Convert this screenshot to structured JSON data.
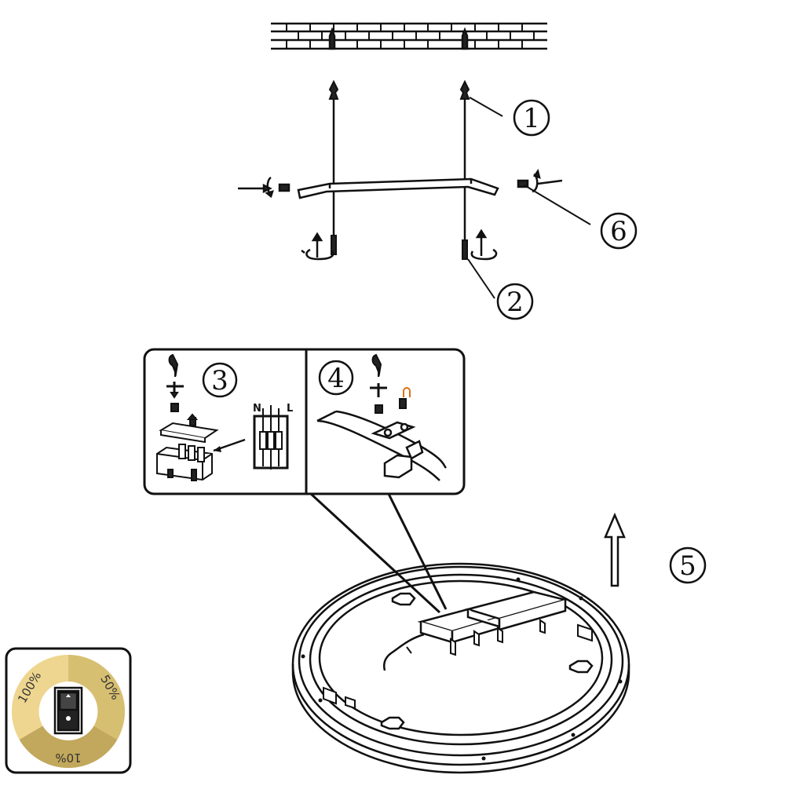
{
  "steps": {
    "step1": "1",
    "step2": "2",
    "step3": "3",
    "step4": "4",
    "step5": "5",
    "step6": "6"
  },
  "wiring": {
    "n": "N",
    "l": "L"
  },
  "dimmer": {
    "pct100": "100%",
    "pct50": "50%",
    "pct10": "10%",
    "colors": {
      "light": "#eed690",
      "mid": "#d7bf72",
      "dark": "#c2a85c"
    }
  }
}
